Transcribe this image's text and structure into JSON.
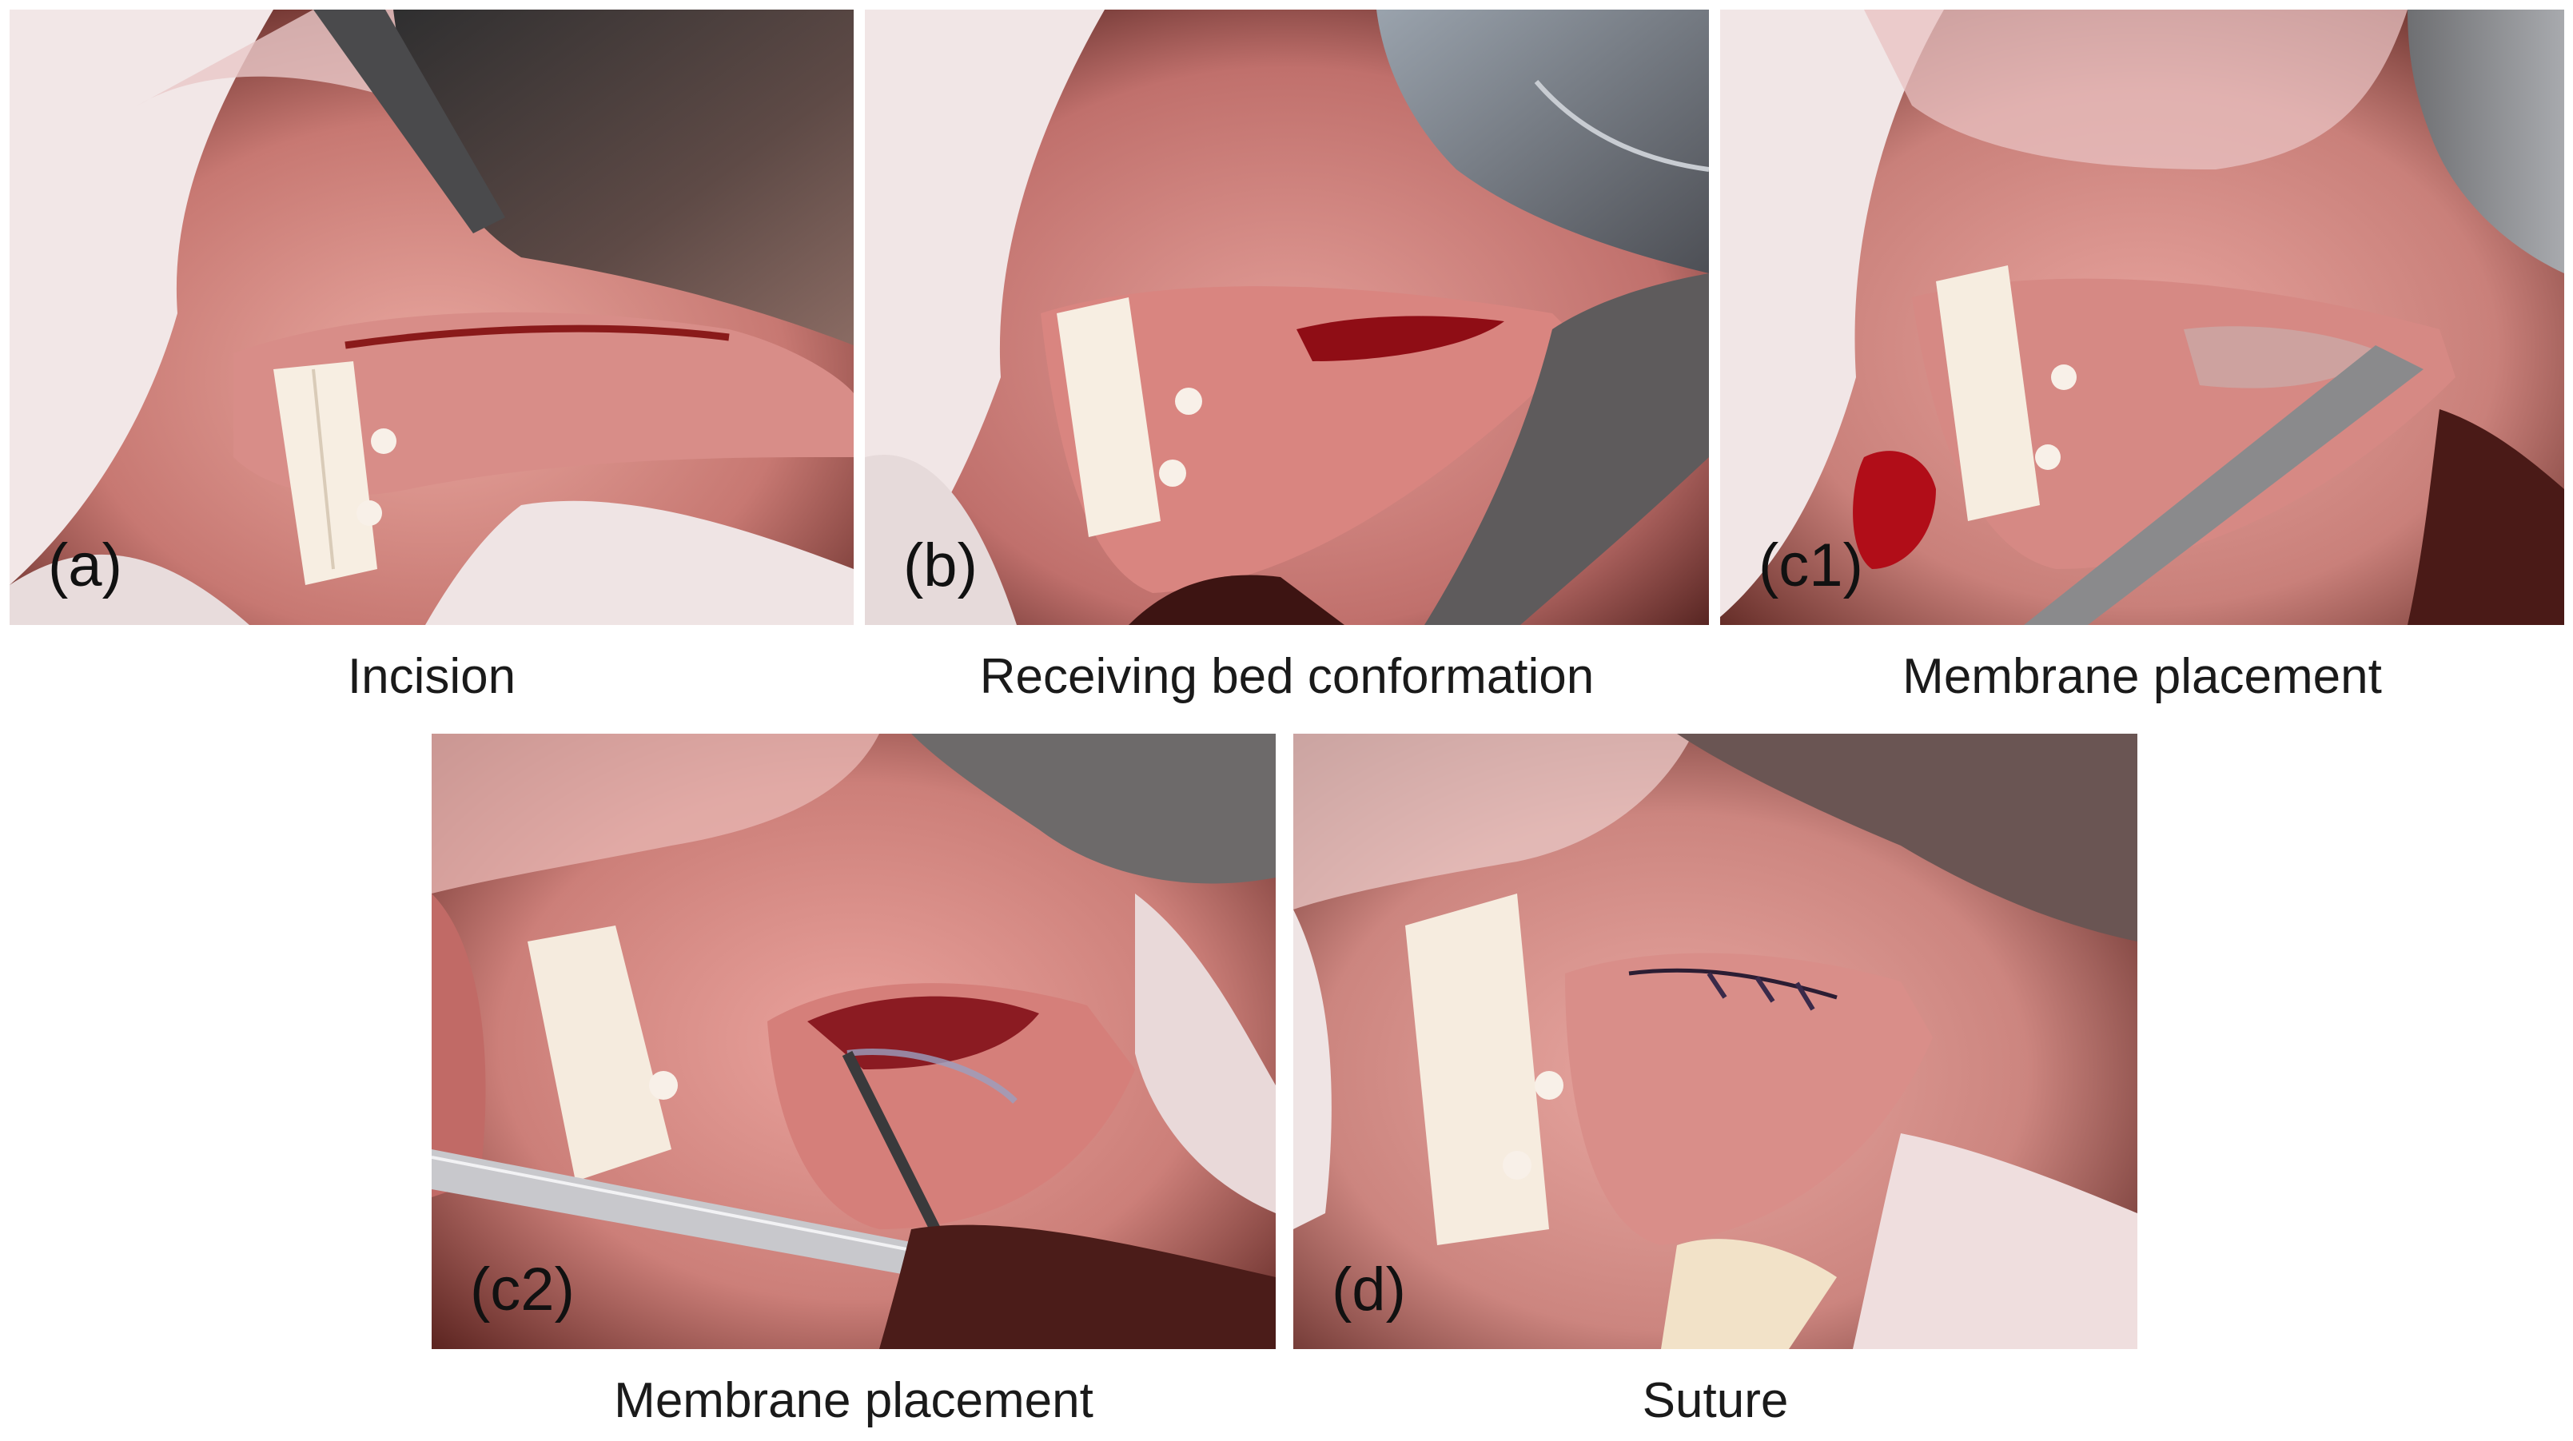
{
  "panels": [
    {
      "id": "a",
      "label": "(a)",
      "caption": "Incision"
    },
    {
      "id": "b",
      "label": "(b)",
      "caption": "Receiving bed conformation"
    },
    {
      "id": "c1",
      "label": "(c1)",
      "caption": "Membrane placement"
    },
    {
      "id": "c2",
      "label": "(c2)",
      "caption": "Membrane placement"
    },
    {
      "id": "d",
      "label": "(d)",
      "caption": "Suture"
    }
  ],
  "colors": {
    "tissue": "#d98a86",
    "blood": "#b3151d",
    "fur": "#f4ecec",
    "tooth": "#f6efe4",
    "instrument": "#6b6b6e",
    "background_dark": "#3a1512"
  }
}
